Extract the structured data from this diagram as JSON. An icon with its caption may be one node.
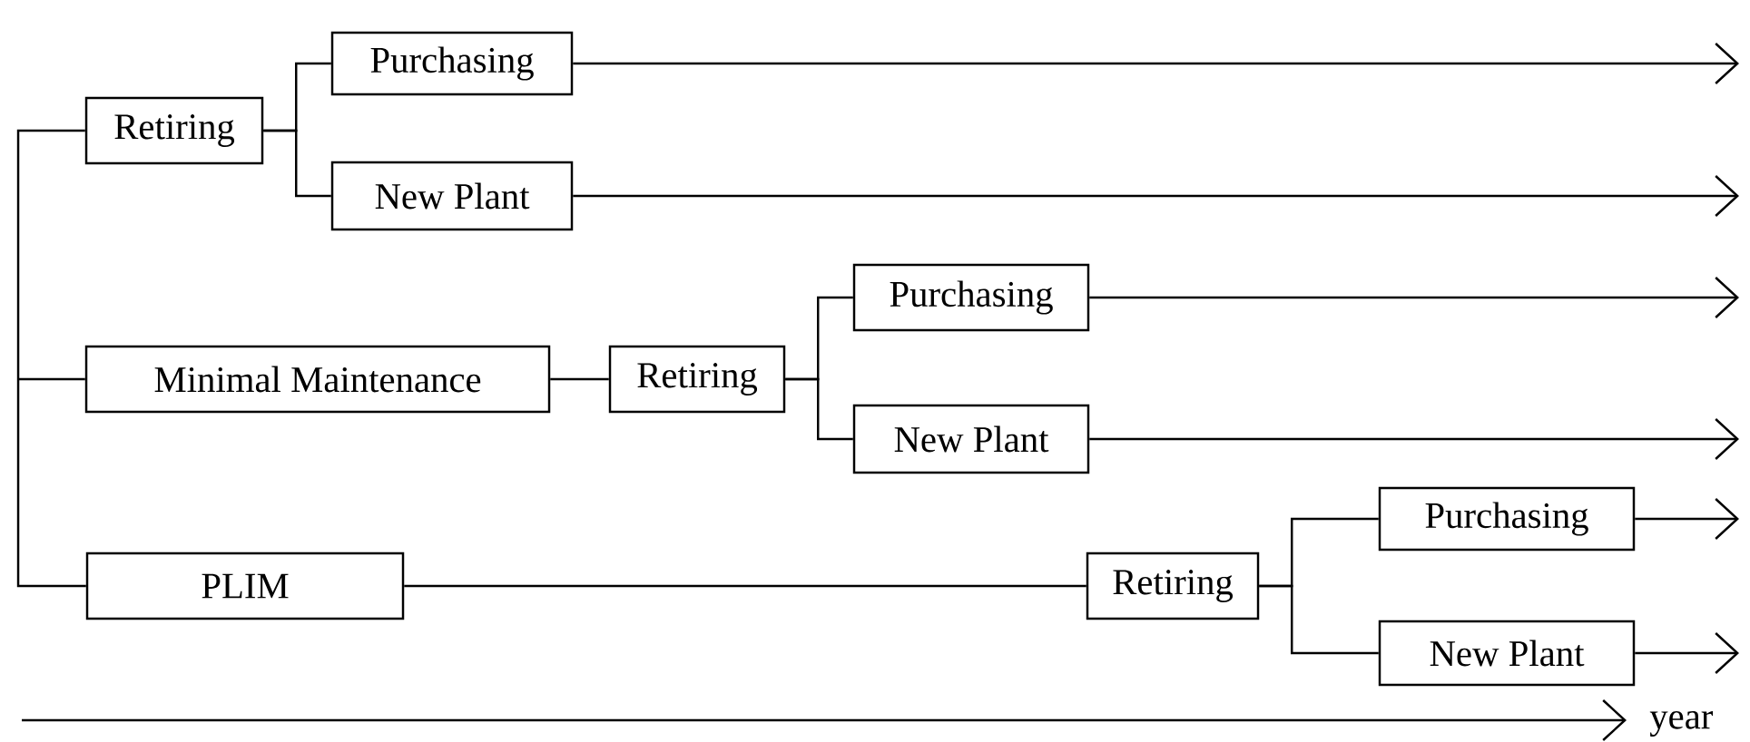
{
  "diagram": {
    "nodes": [
      {
        "text": [
          "Retiring"
        ]
      },
      {
        "text": [
          "Purchasing"
        ]
      },
      {
        "text": [
          "New Plant"
        ]
      },
      {
        "text": [
          "Minimal Maintenance"
        ]
      },
      {
        "text": [
          "Retiring"
        ]
      },
      {
        "text": [
          "Purchasing"
        ]
      },
      {
        "text": [
          "New Plant"
        ]
      },
      {
        "text": [
          "PLIM"
        ]
      },
      {
        "text": [
          "Retiring"
        ]
      },
      {
        "text": [
          "Purchasing"
        ]
      },
      {
        "text": [
          "New Plant"
        ]
      }
    ],
    "edges": [
      {
        "from": null,
        "to": 0,
        "arrow": "none"
      },
      {
        "from": null,
        "to": 3,
        "arrow": "none"
      },
      {
        "from": null,
        "to": 7,
        "arrow": "none"
      },
      {
        "from": 0,
        "to": 1,
        "arrow": "none"
      },
      {
        "from": 0,
        "to": 2,
        "arrow": "none"
      },
      {
        "from": 1,
        "to": null,
        "arrow": "to"
      },
      {
        "from": 2,
        "to": null,
        "arrow": "to"
      },
      {
        "from": 3,
        "to": 4,
        "arrow": "none"
      },
      {
        "from": 4,
        "to": 5,
        "arrow": "none"
      },
      {
        "from": 4,
        "to": 6,
        "arrow": "none"
      },
      {
        "from": 5,
        "to": null,
        "arrow": "to"
      },
      {
        "from": 6,
        "to": null,
        "arrow": "to"
      },
      {
        "from": 7,
        "to": 8,
        "arrow": "none"
      },
      {
        "from": 8,
        "to": 9,
        "arrow": "none"
      },
      {
        "from": 8,
        "to": 10,
        "arrow": "none"
      },
      {
        "from": 9,
        "to": null,
        "arrow": "to"
      },
      {
        "from": 10,
        "to": null,
        "arrow": "to"
      }
    ],
    "labels": [
      "year"
    ]
  }
}
